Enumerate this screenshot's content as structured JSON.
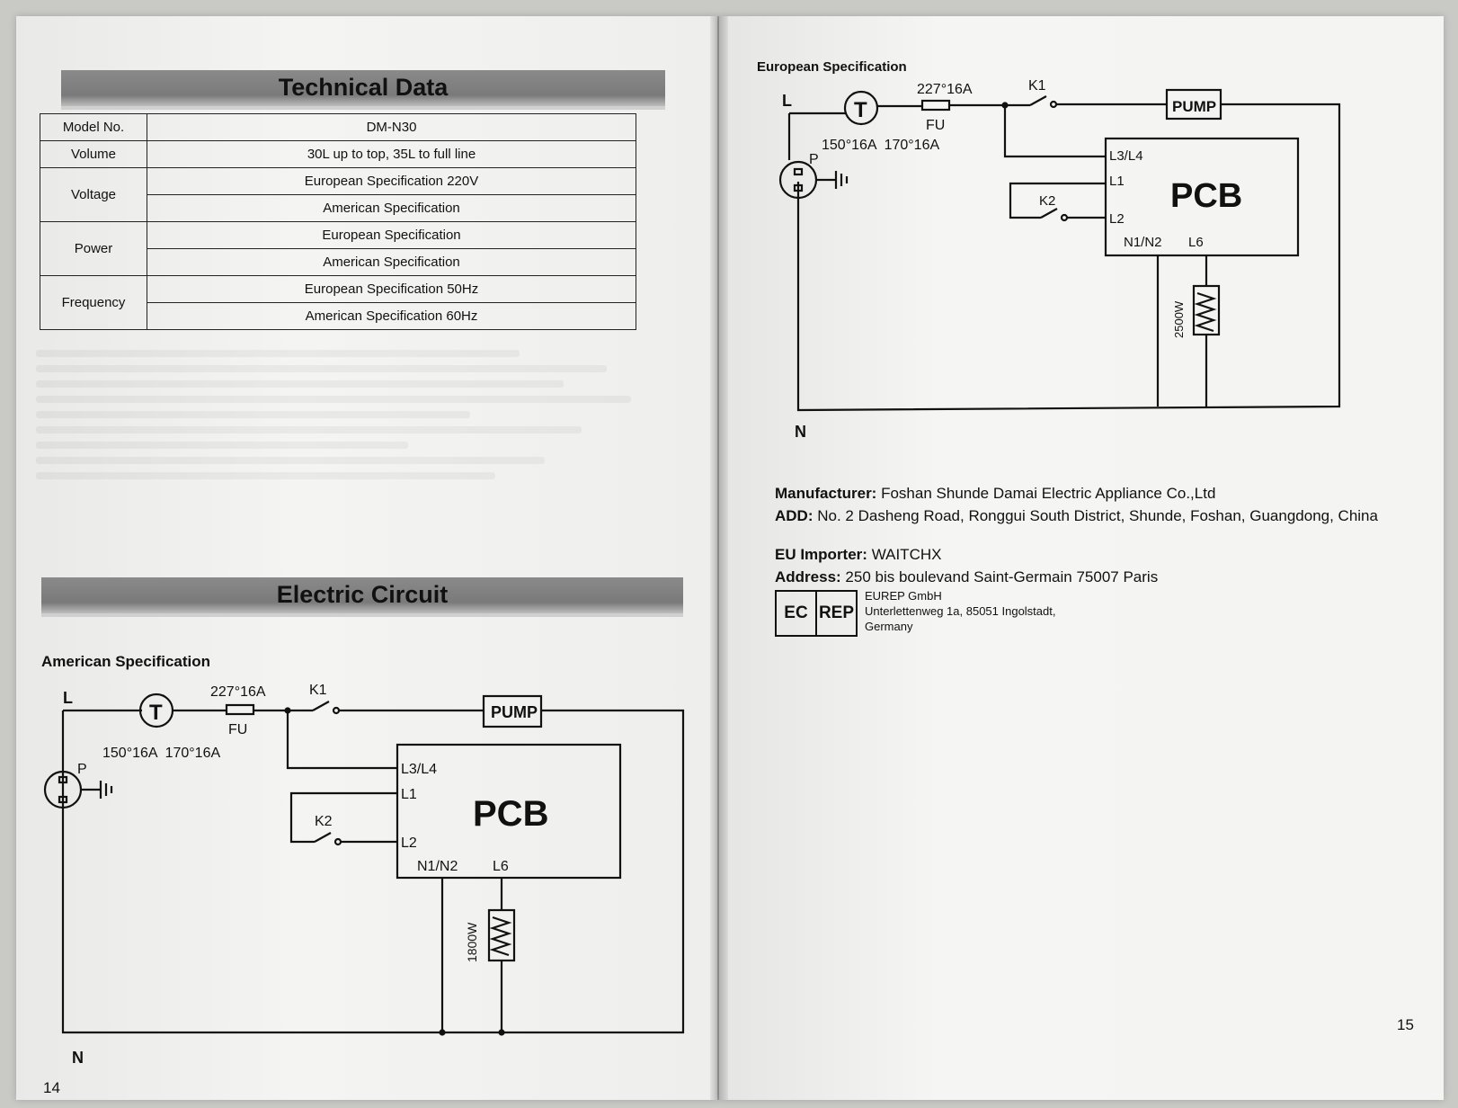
{
  "technical_data": {
    "title": "Technical Data",
    "rows": [
      {
        "label": "Model No.",
        "value": "DM-N30"
      },
      {
        "label": "Volume",
        "value": "30L up to top, 35L to full line"
      },
      {
        "label": "Voltage",
        "values": [
          "European Specification 220V",
          "American Specification"
        ]
      },
      {
        "label": "Power",
        "values": [
          "European Specification",
          "American Specification"
        ]
      },
      {
        "label": "Frequency",
        "values": [
          "European Specification 50Hz",
          "American Specification 60Hz"
        ]
      }
    ]
  },
  "electric_circuit": {
    "title": "Electric Circuit",
    "american": {
      "label": "American Specification",
      "L": "L",
      "N": "N",
      "T": "T",
      "P": "P",
      "fuse_rating": "227°16A",
      "fu": "FU",
      "thermostat": "150°16A  170°16A",
      "k1": "K1",
      "k2": "K2",
      "pump": "PUMP",
      "pcb": "PCB",
      "l3l4": "L3/L4",
      "l1": "L1",
      "l2": "L2",
      "n1n2": "N1/N2",
      "l6": "L6",
      "heater": "1800W"
    },
    "european": {
      "label": "European Specification",
      "L": "L",
      "N": "N",
      "T": "T",
      "P": "P",
      "fuse_rating": "227°16A",
      "fu": "FU",
      "thermostat": "150°16A  170°16A",
      "k1": "K1",
      "k2": "K2",
      "pump": "PUMP",
      "pcb": "PCB",
      "l3l4": "L3/L4",
      "l1": "L1",
      "l2": "L2",
      "n1n2": "N1/N2",
      "l6": "L6",
      "heater": "2500W"
    }
  },
  "manufacturer": {
    "manufacturer_label": "Manufacturer:",
    "manufacturer_value": "Foshan Shunde Damai Electric Appliance Co.,Ltd",
    "add_label": "ADD:",
    "add_value": "No. 2 Dasheng Road, Ronggui South District, Shunde, Foshan, Guangdong, China",
    "importer_label": "EU Importer:",
    "importer_value": "WAITCHX",
    "address_label": "Address:",
    "address_value": "250 bis boulevand Saint-Germain 75007 Paris",
    "ec": "EC",
    "rep": "REP",
    "eurep_line1": "EUREP GmbH",
    "eurep_line2": "Unterlettenweg 1a, 85051 Ingolstadt,",
    "eurep_line3": "Germany"
  },
  "pages": {
    "left": "14",
    "right": "15"
  }
}
